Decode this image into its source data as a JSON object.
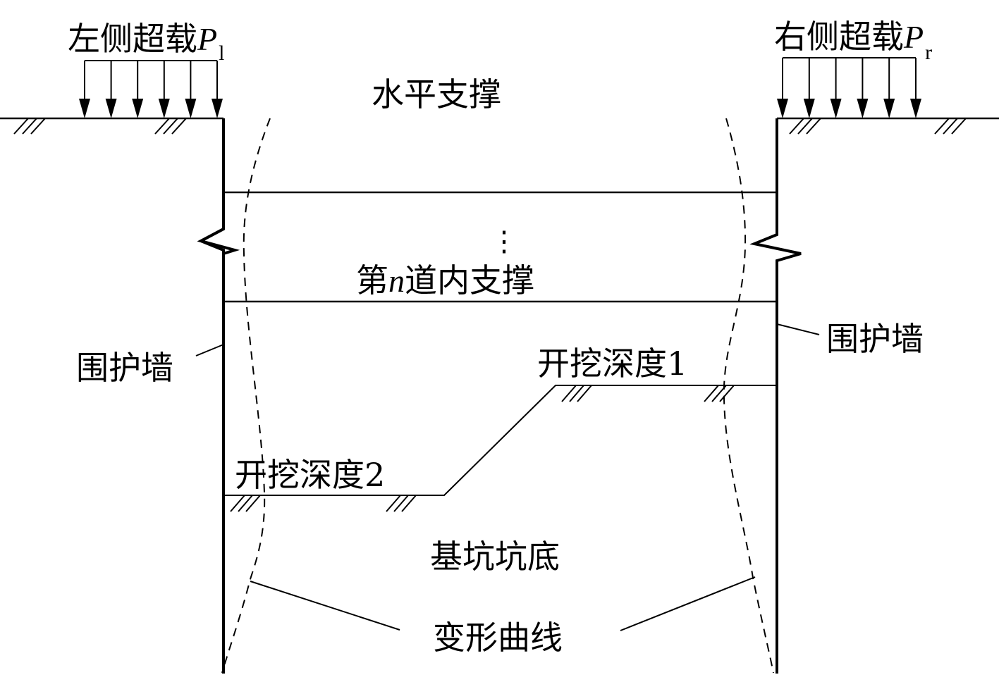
{
  "diagram": {
    "loads": {
      "left": {
        "label": "左侧超载",
        "symbol": "P",
        "subscript": "l",
        "arrow_count": 6
      },
      "right": {
        "label": "右侧超载",
        "symbol": "P",
        "subscript": "r",
        "arrow_count": 6
      }
    },
    "struts": {
      "top_label": "水平支撑",
      "ellipsis": "⋮",
      "nth_prefix": "第",
      "nth_var": "n",
      "nth_suffix": "道内支撑"
    },
    "walls": {
      "left_label": "围护墙",
      "right_label": "围护墙"
    },
    "excavation": {
      "depth1_label": "开挖深度1",
      "depth2_label": "开挖深度2",
      "bottom_label": "基坑坑底"
    },
    "deformation": {
      "label": "变形曲线"
    },
    "colors": {
      "stroke": "#000000",
      "background": "#ffffff"
    }
  }
}
